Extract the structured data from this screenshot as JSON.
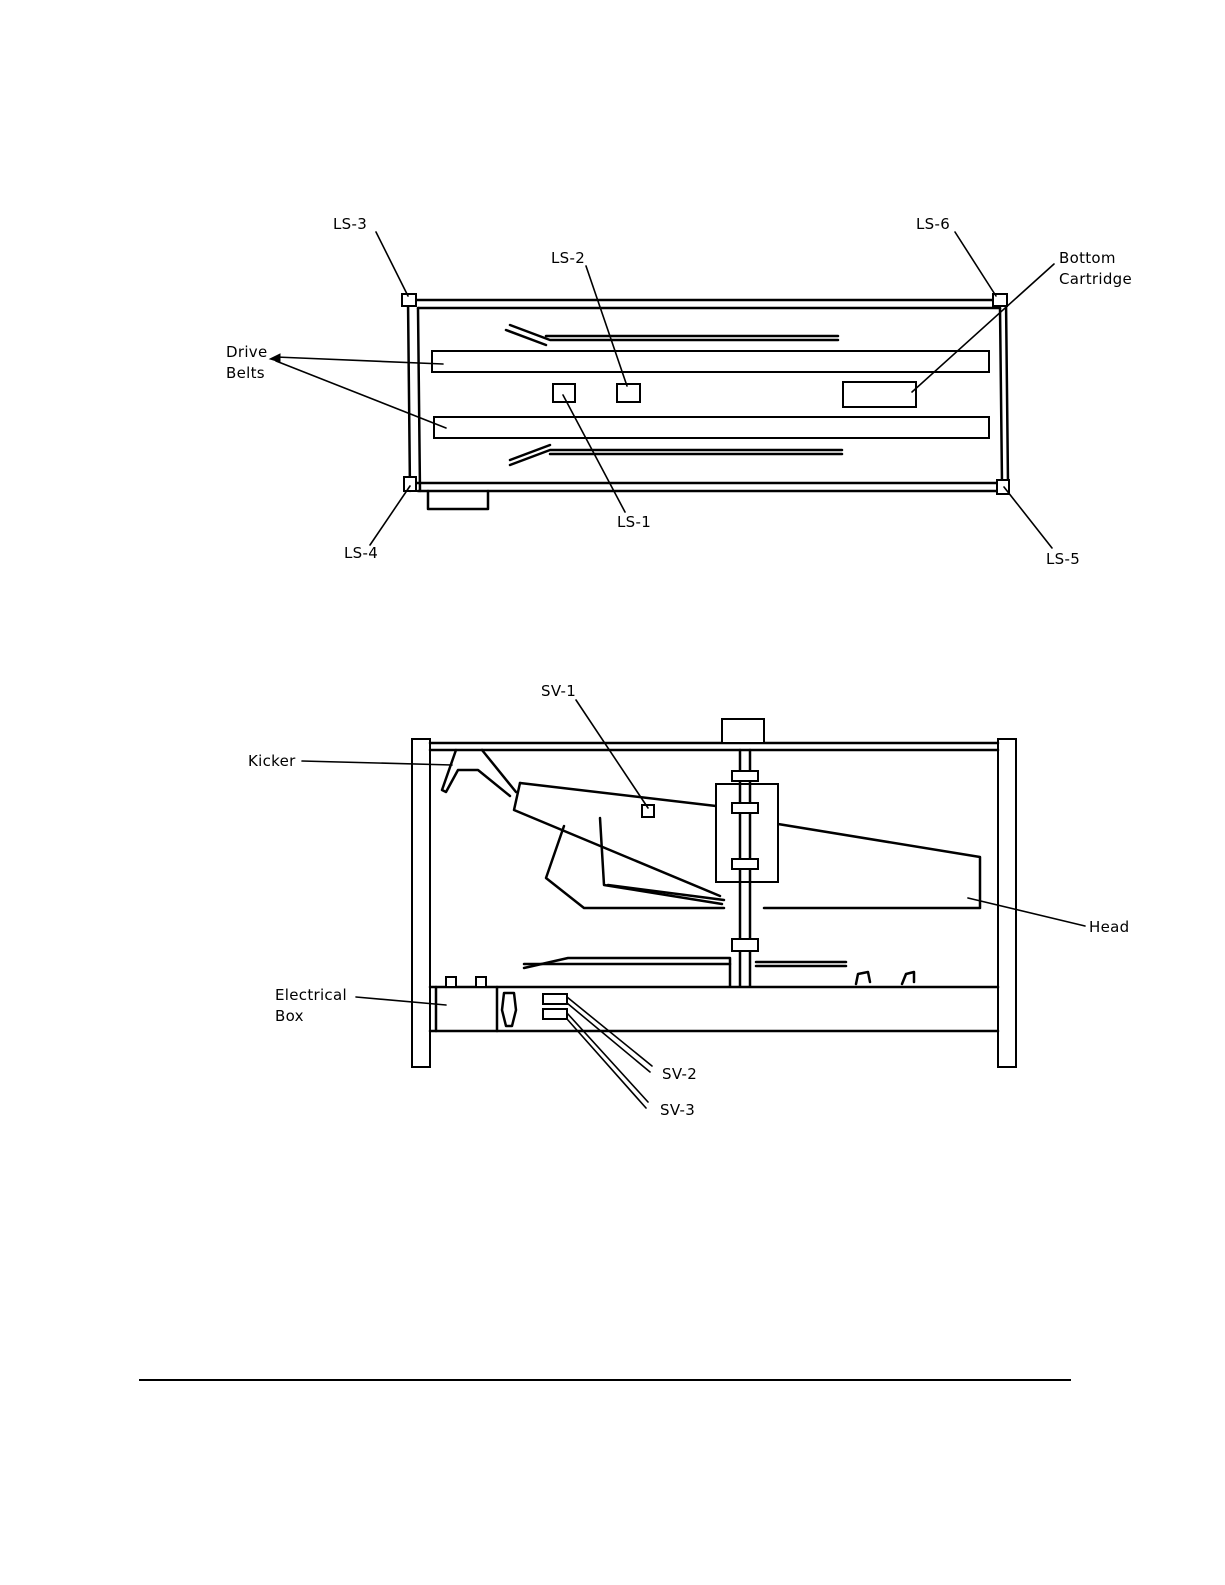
{
  "diagrams": {
    "top_view": {
      "labels": {
        "ls3": "LS-3",
        "ls2": "LS-2",
        "ls6": "LS-6",
        "bottom_cartridge_line1": "Bottom",
        "bottom_cartridge_line2": "Cartridge",
        "drive_belts_line1": "Drive",
        "drive_belts_line2": "Belts",
        "ls1": "LS-1",
        "ls4": "LS-4",
        "ls5": "LS-5"
      }
    },
    "side_view": {
      "labels": {
        "sv1": "SV-1",
        "kicker": "Kicker",
        "head": "Head",
        "electrical_box_line1": "Electrical",
        "electrical_box_line2": "Box",
        "sv2": "SV-2",
        "sv3": "SV-3"
      }
    }
  }
}
